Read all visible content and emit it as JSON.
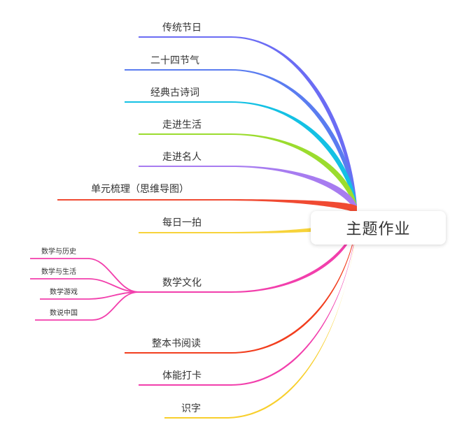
{
  "root": {
    "label": "主题作业"
  },
  "branches": [
    {
      "label": "传统节日",
      "color": "#6b6cf4"
    },
    {
      "label": "二十四节气",
      "color": "#5a7cf0"
    },
    {
      "label": "经典古诗词",
      "color": "#14c1e4"
    },
    {
      "label": "走进生活",
      "color": "#9bdc2e"
    },
    {
      "label": "走进名人",
      "color": "#a77cf0"
    },
    {
      "label": "单元梳理（思维导图）",
      "color": "#f04a32"
    },
    {
      "label": "每日一拍",
      "color": "#f7d33a"
    },
    {
      "label": "数学文化",
      "color": "#f23fac",
      "children": [
        "数学与历史",
        "数学与生活",
        "数学游戏",
        "数说中国"
      ]
    },
    {
      "label": "整本书阅读",
      "color": "#f23e1e"
    },
    {
      "label": "体能打卡",
      "color": "#f23fac"
    },
    {
      "label": "识字",
      "color": "#f8cf2c"
    }
  ]
}
